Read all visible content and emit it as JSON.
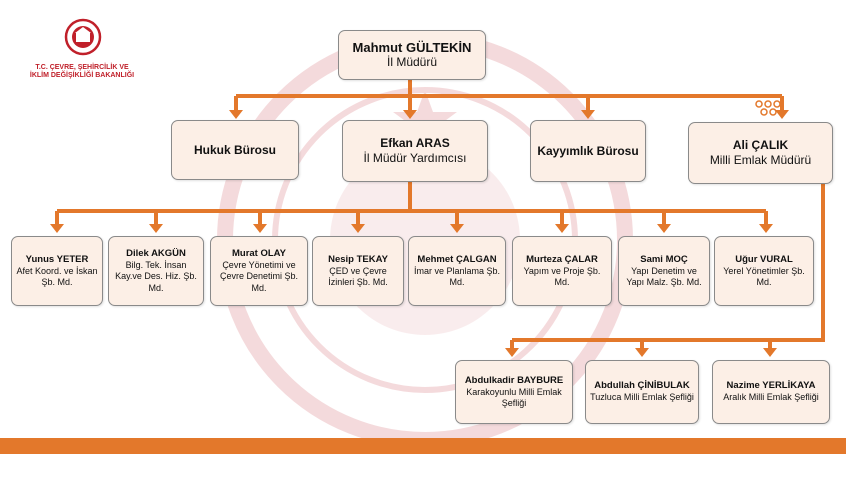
{
  "ministry": {
    "name_line1": "T.C. ÇEVRE, ŞEHİRCİLİK VE",
    "name_line2": "İKLİM DEĞİŞİKLİĞİ BAKANLIĞI"
  },
  "colors": {
    "connector": "#e3782b",
    "box_fill": "#fcefe6",
    "box_border": "#8a8a8a",
    "footer": "#e3782b",
    "logo_red": "#c0202a"
  },
  "director": {
    "name": "Mahmut GÜLTEKİN",
    "title": "İl Müdürü"
  },
  "level2": [
    {
      "name": "Hukuk Bürosu",
      "title": ""
    },
    {
      "name": "Efkan ARAS",
      "title": "İl Müdür Yardımcısı"
    },
    {
      "name": "Kayyımlık Bürosu",
      "title": ""
    },
    {
      "name": "Ali ÇALIK",
      "title": "Milli Emlak Müdürü"
    }
  ],
  "departments": [
    {
      "name": "Yunus YETER",
      "title": "Afet Koord. ve İskan Şb. Md."
    },
    {
      "name": "Dilek AKGÜN",
      "title": "Bilg. Tek. İnsan Kay.ve Des. Hiz. Şb. Md."
    },
    {
      "name": "Murat OLAY",
      "title": "Çevre Yönetimi ve Çevre Denetimi Şb. Md."
    },
    {
      "name": "Nesip TEKAY",
      "title": "ÇED ve Çevre İzinleri Şb. Md."
    },
    {
      "name": "Mehmet ÇALGAN",
      "title": "İmar ve Planlama Şb. Md."
    },
    {
      "name": "Murteza ÇALAR",
      "title": "Yapım ve Proje Şb. Md."
    },
    {
      "name": "Sami MOÇ",
      "title": "Yapı Denetim ve Yapı Malz. Şb. Md."
    },
    {
      "name": "Uğur VURAL",
      "title": "Yerel Yönetimler Şb. Md."
    }
  ],
  "emlak_units": [
    {
      "name": "Abdulkadir BAYBURE",
      "title": "Karakoyunlu Milli Emlak Şefliği"
    },
    {
      "name": "Abdullah ÇİNİBULAK",
      "title": "Tuzluca Milli Emlak Şefliği"
    },
    {
      "name": "Nazime YERLİKAYA",
      "title": "Aralık Milli Emlak Şefliği"
    }
  ]
}
